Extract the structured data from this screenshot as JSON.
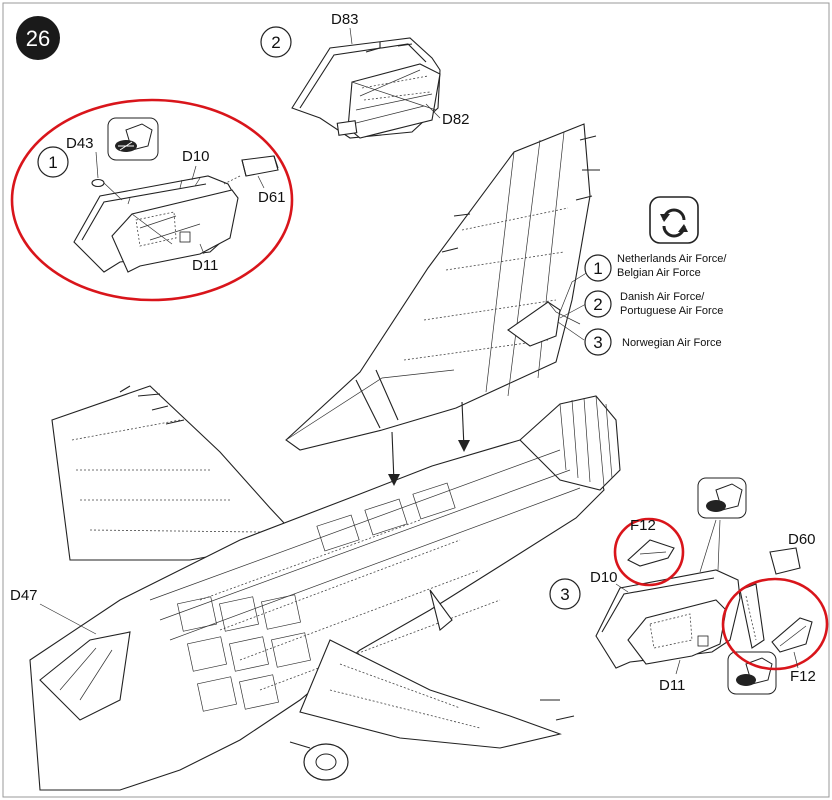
{
  "step_number": "26",
  "highlight_color": "#d9151b",
  "badge_color": "#1a1a1a",
  "sub_steps": {
    "one": "1",
    "two": "2",
    "three": "3"
  },
  "parts": {
    "d83": "D83",
    "d82": "D82",
    "d43": "D43",
    "d10_a": "D10",
    "d61": "D61",
    "d11_a": "D11",
    "d47": "D47",
    "f12_a": "F12",
    "d60": "D60",
    "d10_b": "D10",
    "d11_b": "D11",
    "f12_b": "F12"
  },
  "legend": {
    "one": "1",
    "one_line1": "Netherlands Air Force/",
    "one_line2": "Belgian Air Force",
    "two": "2",
    "two_line1": "Danish Air Force/",
    "two_line2": "Portuguese Air Force",
    "three": "3",
    "three_line1": "Norwegian Air Force"
  },
  "icons": [
    "rotate-icon",
    "glue-icon"
  ]
}
